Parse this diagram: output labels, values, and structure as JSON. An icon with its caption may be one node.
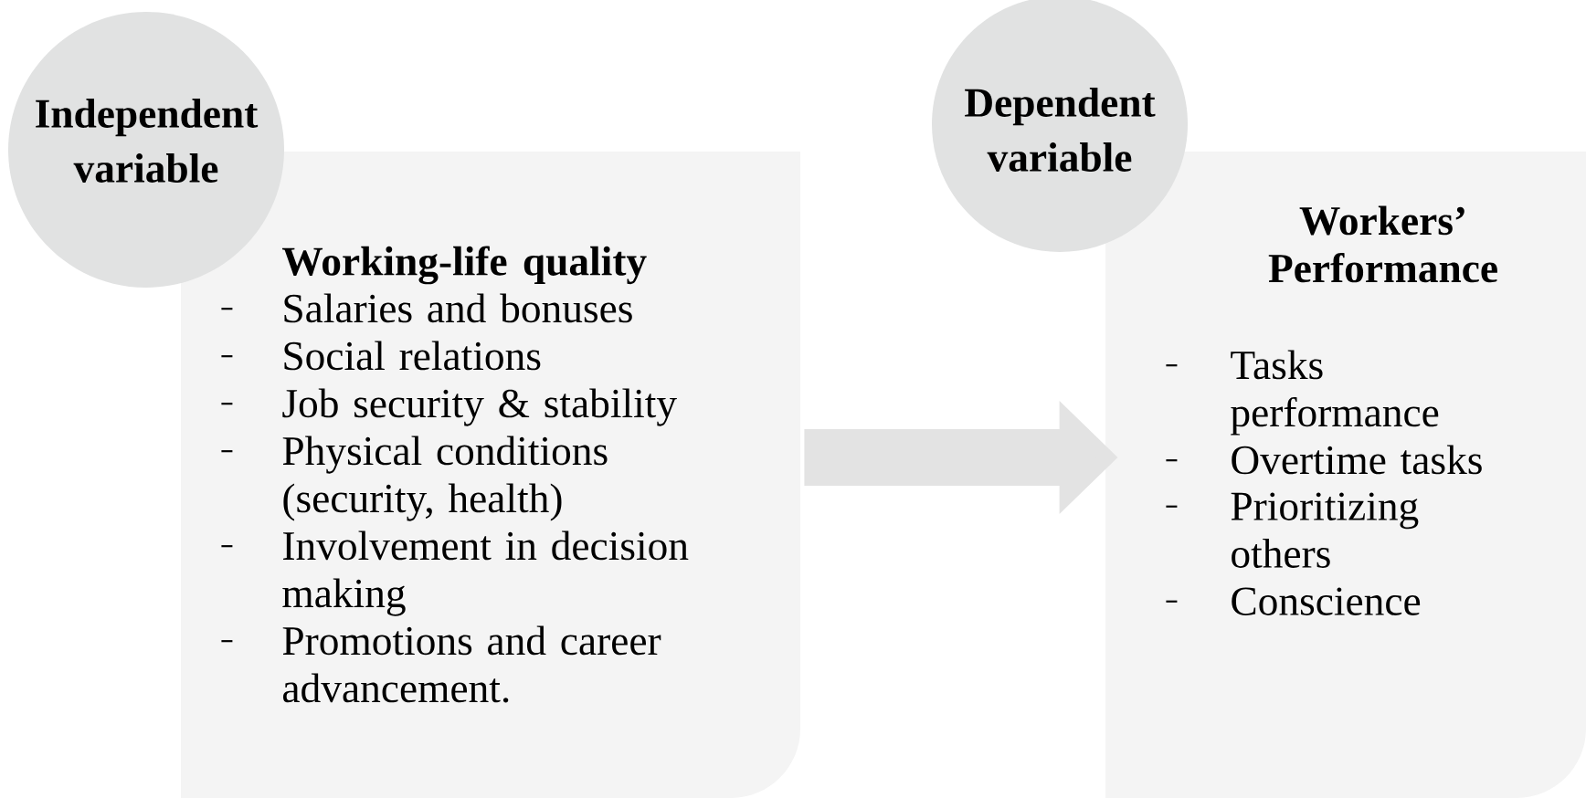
{
  "diagram": {
    "nodes": [
      {
        "text": [
          "Independent variable"
        ]
      },
      {
        "text": [
          "Working-life quality",
          "Salaries and bonuses",
          "Social relations",
          "Job security & stability",
          "Physical conditions (security, health)",
          "Involvement in decision making",
          "Promotions and career advancement."
        ]
      },
      {
        "text": [
          "Dependent variable"
        ]
      },
      {
        "text": [
          "Workers’ Performance",
          "Tasks performance",
          "Overtime tasks",
          "Prioritizing others",
          "Conscience"
        ]
      }
    ],
    "edges": [
      {
        "from": 1,
        "to": 3,
        "arrow": "to"
      }
    ]
  }
}
